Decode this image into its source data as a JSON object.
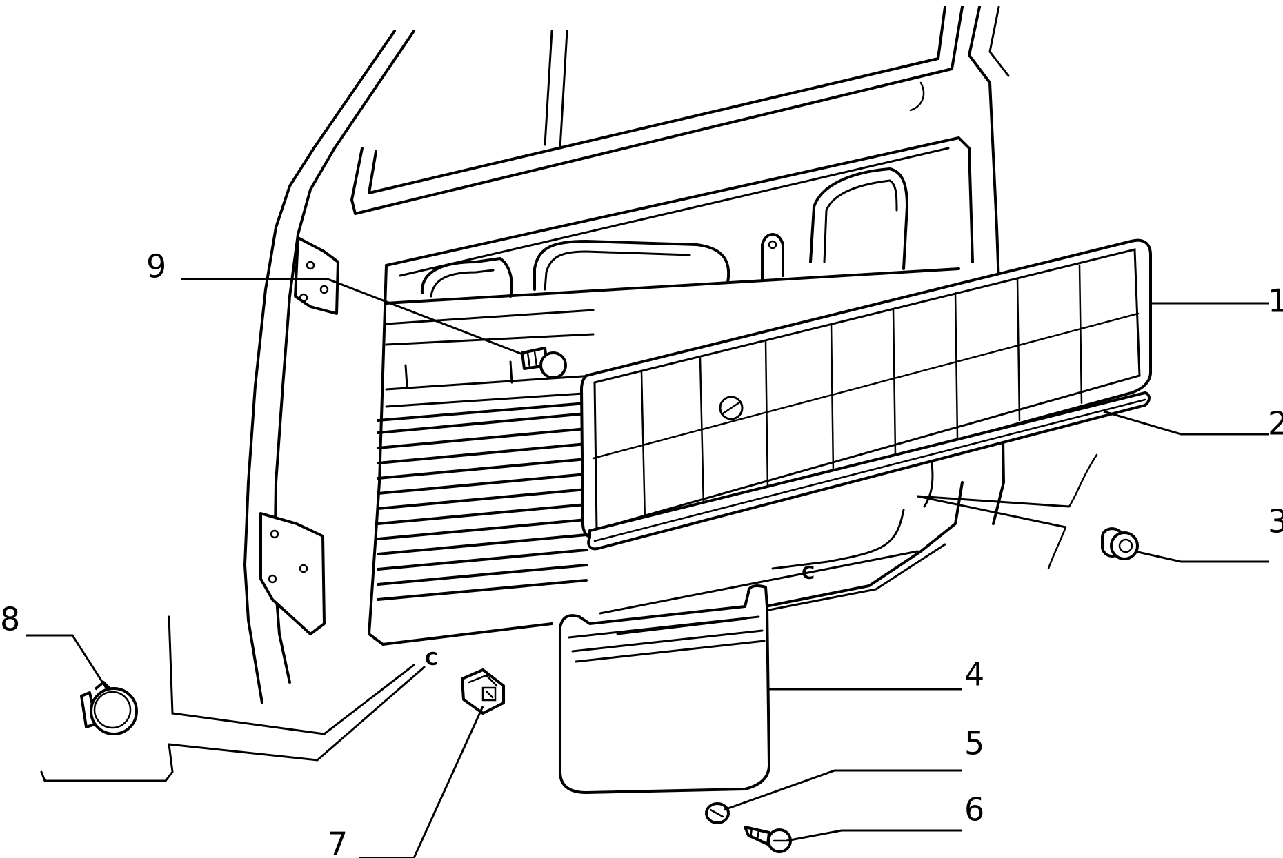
{
  "callouts": [
    {
      "id": "1",
      "text": "1"
    },
    {
      "id": "2",
      "text": "2"
    },
    {
      "id": "3",
      "text": "3"
    },
    {
      "id": "4",
      "text": "4"
    },
    {
      "id": "5",
      "text": "5"
    },
    {
      "id": "6",
      "text": "6"
    },
    {
      "id": "7",
      "text": "7"
    },
    {
      "id": "8",
      "text": "8"
    },
    {
      "id": "9",
      "text": "9"
    }
  ],
  "door_marks": {
    "mark_a": "C",
    "mark_b": "C"
  }
}
